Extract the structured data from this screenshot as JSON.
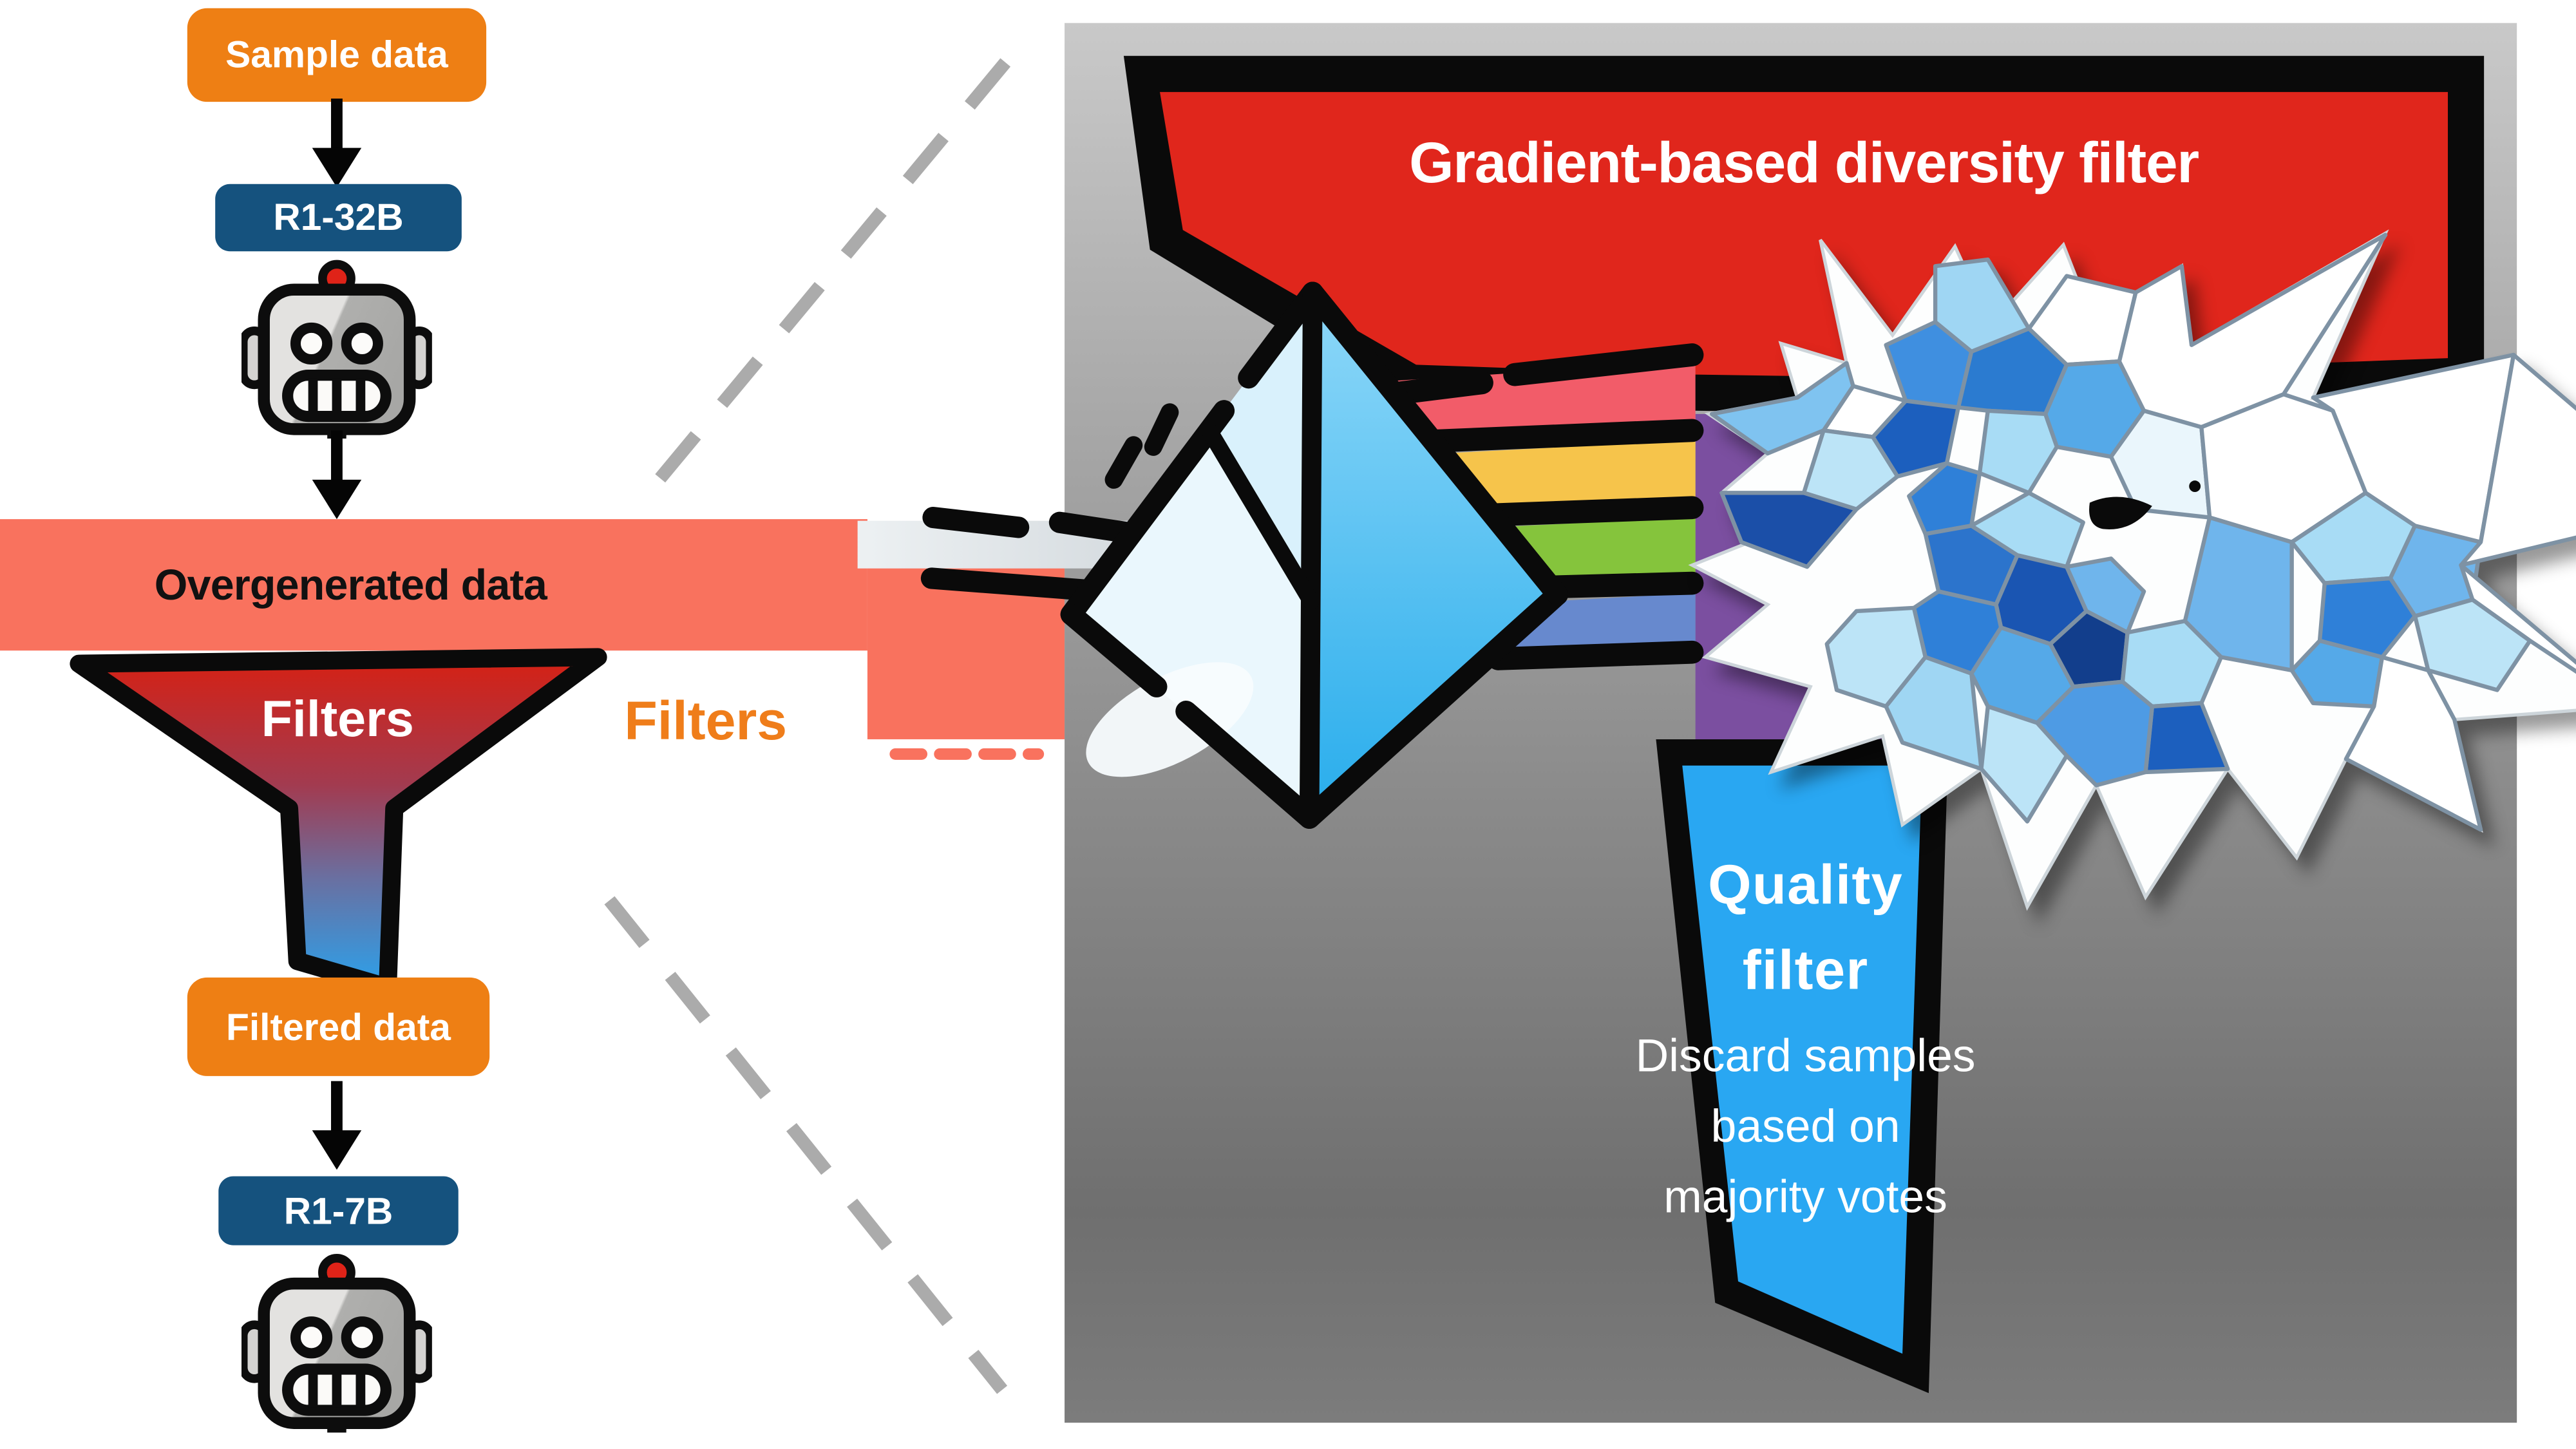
{
  "left_flow": {
    "sample_data_label": "Sample data",
    "r1_32b_label": "R1-32B",
    "overgenerated_label": "Overgenerated data",
    "funnel_label": "Filters",
    "filters_annotation": "Filters",
    "filtered_data_label": "Filtered data",
    "r1_7b_label": "R1-7B"
  },
  "zoom_panel": {
    "diversity_filter_title": "Gradient-based diversity filter",
    "quality_filter": {
      "title_line1": "Quality",
      "title_line2": "filter",
      "description_line1": "Discard samples",
      "description_line2": "based on",
      "description_line3": "majority votes"
    }
  },
  "colors": {
    "orange_box": "#EE7F14",
    "dark_blue_box": "#15527E",
    "salmon_band": "#F9725E",
    "red_filter": "#E0261C",
    "purple_stem": "#7B4FA0",
    "quality_blue": "#29A7F2",
    "filters_annotation_orange": "#EF7D1A",
    "panel_gray_top": "#C9C9C9",
    "panel_gray_bottom": "#6F6F6F",
    "band_red": "#F25C69",
    "band_yellow": "#F6C44B",
    "band_green": "#85C43C",
    "band_blue": "#6789CE"
  }
}
